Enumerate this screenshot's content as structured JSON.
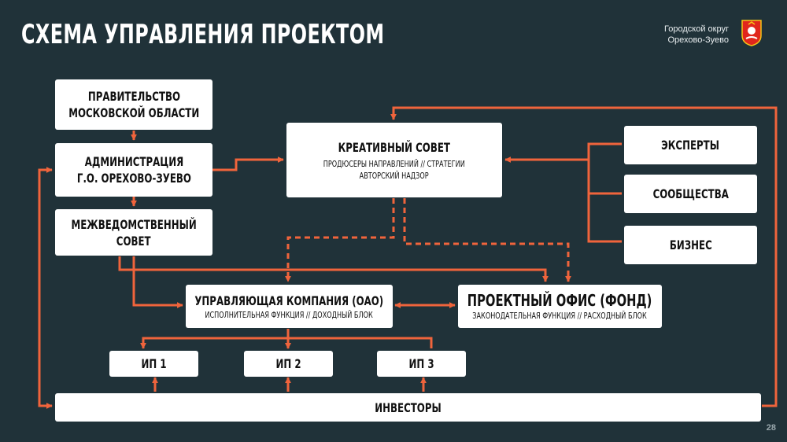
{
  "title": "СХЕМА УПРАВЛЕНИЯ ПРОЕКТОМ",
  "org": {
    "line1": "Городской округ",
    "line2": "Орехово-Зуево"
  },
  "page_number": "28",
  "colors": {
    "background": "#203239",
    "accent": "#f0643c",
    "box": "#ffffff"
  },
  "icons": {
    "crest": "city-crest-icon"
  },
  "boxes": {
    "government": {
      "line1": "ПРАВИТЕЛЬСТВО",
      "line2": "МОСКОВСКОЙ ОБЛАСТИ"
    },
    "administration": {
      "line1": "АДМИНИСТРАЦИЯ",
      "line2": "Г.О. ОРЕХОВО-ЗУЕВО"
    },
    "interagency": {
      "line1": "МЕЖВЕДОМСТВЕННЫЙ",
      "line2": "СОВЕТ"
    },
    "creative": {
      "title": "КРЕАТИВНЫЙ СОВЕТ",
      "sub1": "ПРОДЮСЕРЫ НАПРАВЛЕНИЙ // СТРАТЕГИИ",
      "sub2": "АВТОРСКИЙ НАДЗОР"
    },
    "experts": "ЭКСПЕРТЫ",
    "communities": "СООБЩЕСТВА",
    "business": "БИЗНЕС",
    "management": {
      "title": "УПРАВЛЯЮЩАЯ КОМПАНИЯ (ОАО)",
      "sub": "ИСПОЛНИТЕЛЬНАЯ ФУНКЦИЯ // ДОХОДНЫЙ БЛОК"
    },
    "project_office": {
      "title": "ПРОЕКТНЫЙ ОФИС (ФОНД)",
      "sub": "ЗАКОНОДАТЕЛЬНАЯ ФУНКЦИЯ  // РАСХОДНЫЙ БЛОК"
    },
    "ip1": "ИП 1",
    "ip2": "ИП 2",
    "ip3": "ИП 3",
    "investors": "ИНВЕСТОРЫ"
  }
}
